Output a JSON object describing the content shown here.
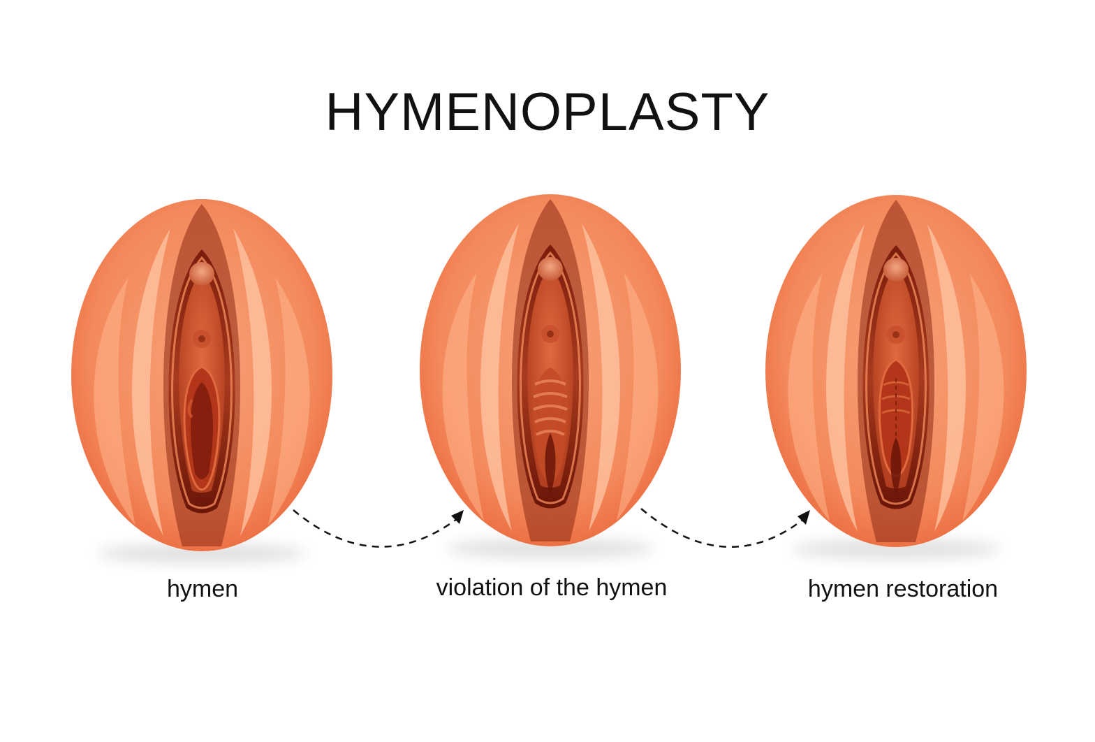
{
  "title": "HYMENOPLASTY",
  "stages": [
    {
      "label": "hymen",
      "icon": "intact-hymen-illustration"
    },
    {
      "label": "violation of the hymen",
      "icon": "ruptured-hymen-illustration"
    },
    {
      "label": "hymen restoration",
      "icon": "restored-hymen-illustration"
    }
  ],
  "arrows": [
    {
      "from": "hymen",
      "to": "violation of the hymen",
      "style": "dashed"
    },
    {
      "from": "violation of the hymen",
      "to": "hymen restoration",
      "style": "dashed"
    }
  ],
  "colors": {
    "background": "#ffffff",
    "skin": "#f5895f",
    "skin_light": "#ffb891",
    "inner": "#a8301a",
    "deep": "#5c1208",
    "text": "#111111"
  }
}
